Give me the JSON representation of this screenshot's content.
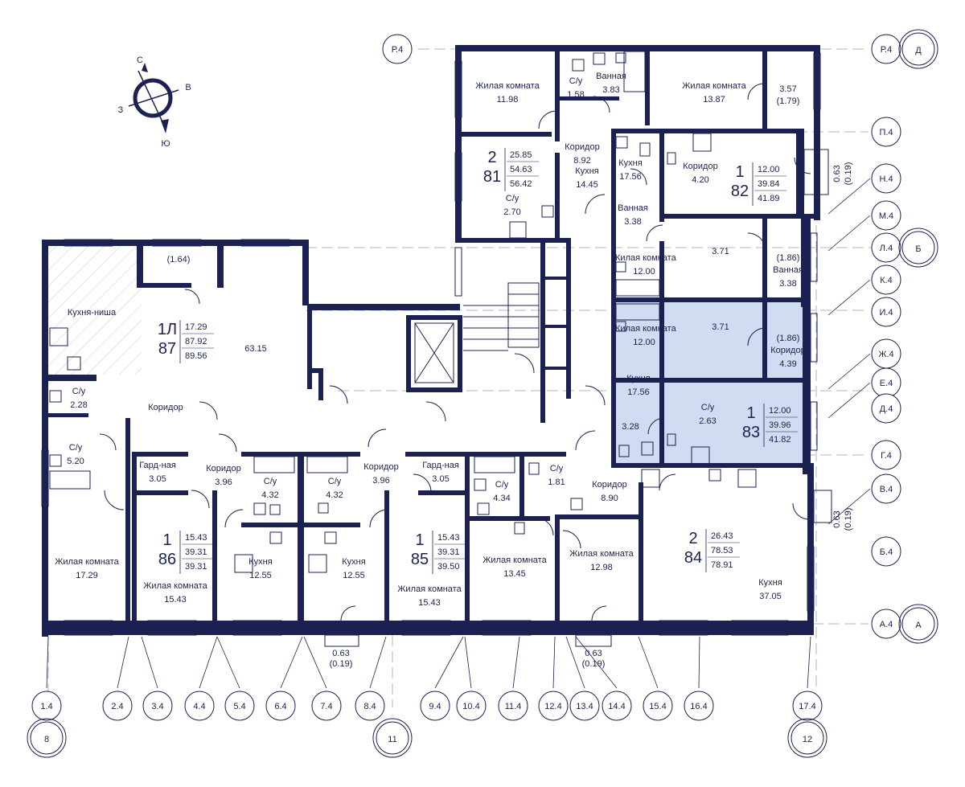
{
  "compass": {
    "n": "С",
    "s": "Ю",
    "w": "З",
    "e": "В"
  },
  "axes_right": [
    "Р.4",
    "П.4",
    "Н.4",
    "М.4",
    "Л.4",
    "К.4",
    "И.4",
    "Ж.4",
    "Е.4",
    "Д.4",
    "Г.4",
    "В.4",
    "Б.4",
    "А.4"
  ],
  "axis_left_top": "Р.4",
  "axes_bottom": [
    "1.4",
    "2.4",
    "3.4",
    "4.4",
    "5.4",
    "6.4",
    "7.4",
    "8.4",
    "9.4",
    "10.4",
    "11.4",
    "12.4",
    "13.4",
    "14.4",
    "15.4",
    "16.4",
    "17.4"
  ],
  "circles_right": [
    "Д",
    "Б",
    "А"
  ],
  "circles_bottom": [
    "8",
    "11",
    "12"
  ],
  "apartments": [
    {
      "id": "81",
      "rooms": "2",
      "areas": [
        "25.85",
        "54.63",
        "56.42"
      ]
    },
    {
      "id": "82",
      "rooms": "1",
      "areas": [
        "12.00",
        "39.84",
        "41.89"
      ]
    },
    {
      "id": "83",
      "rooms": "1",
      "areas": [
        "12.00",
        "39.96",
        "41.82"
      ]
    },
    {
      "id": "87",
      "rooms": "1Л",
      "areas": [
        "17.29",
        "87.92",
        "89.56"
      ]
    },
    {
      "id": "86",
      "rooms": "1",
      "areas": [
        "15.43",
        "39.31",
        "39.31"
      ]
    },
    {
      "id": "85",
      "rooms": "1",
      "areas": [
        "15.43",
        "39.31",
        "39.50"
      ]
    },
    {
      "id": "84",
      "rooms": "2",
      "areas": [
        "26.43",
        "78.53",
        "78.91"
      ]
    }
  ],
  "rooms": [
    {
      "name": "Жилая комната",
      "area": "11.98"
    },
    {
      "name": "С/у",
      "area": "1.58"
    },
    {
      "name": "Ванная",
      "area": "3.83"
    },
    {
      "name": "Жилая комната",
      "area": "13.87"
    },
    {
      "name": "",
      "area": "3.57"
    },
    {
      "name": "",
      "area": "(1.79)"
    },
    {
      "name": "Коридор",
      "area": "8.92"
    },
    {
      "name": "Кухня",
      "area": "14.45"
    },
    {
      "name": "С/у",
      "area": "2.70"
    },
    {
      "name": "Кухня",
      "area": "17.56"
    },
    {
      "name": "Коридор",
      "area": "4.20"
    },
    {
      "name": "Ванная",
      "area": "3.38"
    },
    {
      "name": "Жилая комната",
      "area": "12.00"
    },
    {
      "name": "",
      "area": "3.71"
    },
    {
      "name": "",
      "area": "(1.86)"
    },
    {
      "name": "Ванная",
      "area": "3.38"
    },
    {
      "name": "Жилая комната",
      "area": "12.00"
    },
    {
      "name": "",
      "area": "3.71"
    },
    {
      "name": "",
      "area": "(1.86)"
    },
    {
      "name": "Коридор",
      "area": "4.39"
    },
    {
      "name": "Кухня",
      "area": "17.56"
    },
    {
      "name": "С/у",
      "area": "2.63"
    },
    {
      "name": "",
      "area": "3.28"
    },
    {
      "name": "",
      "area": "(1.64)"
    },
    {
      "name": "Кухня-ниша",
      "area": ""
    },
    {
      "name": "",
      "area": "63.15"
    },
    {
      "name": "С/у",
      "area": "2.28"
    },
    {
      "name": "Коридор",
      "area": ""
    },
    {
      "name": "С/у",
      "area": "5.20"
    },
    {
      "name": "Жилая комната",
      "area": "17.29"
    },
    {
      "name": "Гард-ная",
      "area": "3.05"
    },
    {
      "name": "Коридор",
      "area": "3.96"
    },
    {
      "name": "С/у",
      "area": "4.32"
    },
    {
      "name": "С/у",
      "area": "4.32"
    },
    {
      "name": "Коридор",
      "area": "3.96"
    },
    {
      "name": "Гард-ная",
      "area": "3.05"
    },
    {
      "name": "С/у",
      "area": "4.34"
    },
    {
      "name": "С/у",
      "area": "1.81"
    },
    {
      "name": "Коридор",
      "area": "8.90"
    },
    {
      "name": "Жилая комната",
      "area": "15.43"
    },
    {
      "name": "Кухня",
      "area": "12.55"
    },
    {
      "name": "Кухня",
      "area": "12.55"
    },
    {
      "name": "Жилая комната",
      "area": "15.43"
    },
    {
      "name": "Жилая комната",
      "area": "13.45"
    },
    {
      "name": "Жилая комната",
      "area": "12.98"
    },
    {
      "name": "Кухня",
      "area": "37.05"
    },
    {
      "name": "",
      "area": "0.63"
    },
    {
      "name": "",
      "area": "(0.19)"
    },
    {
      "name": "",
      "area": "0.63"
    },
    {
      "name": "",
      "area": "(0.19)"
    }
  ],
  "balconies_side": [
    {
      "a": "0.63",
      "b": "(0.19)"
    },
    {
      "a": "0.63",
      "b": "(0.19)"
    }
  ],
  "highlight_color": "#cfdcf2",
  "wall_color": "#1b2150"
}
